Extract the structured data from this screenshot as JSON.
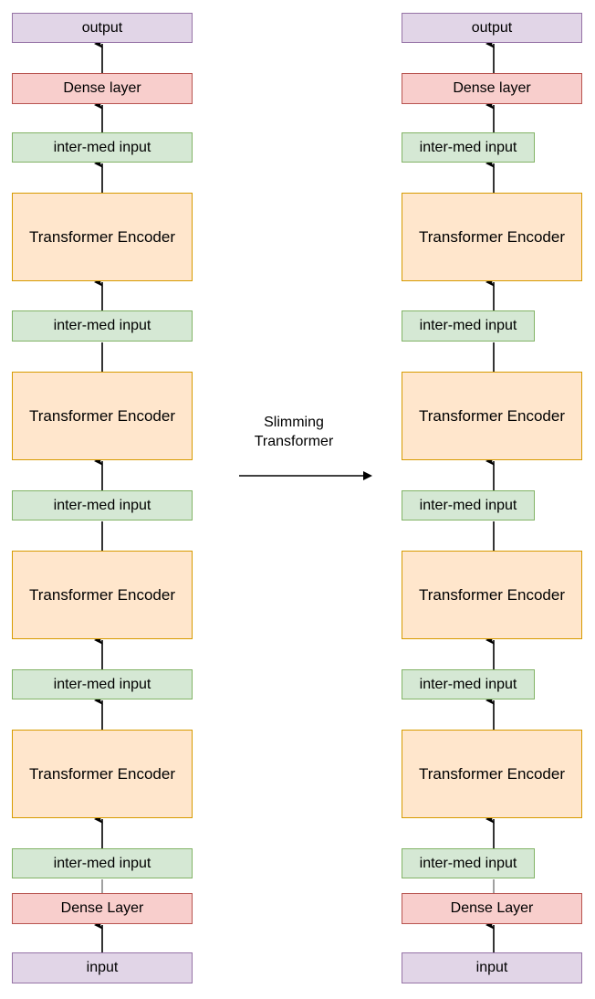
{
  "diagram": {
    "left": {
      "output": "output",
      "dense_top": "Dense layer",
      "inter_5": "inter-med input",
      "encoder_4": "Transformer Encoder",
      "inter_4": "inter-med input",
      "encoder_3": "Transformer Encoder",
      "inter_3": "inter-med input",
      "encoder_2": "Transformer Encoder",
      "inter_2": "inter-med input",
      "encoder_1": "Transformer Encoder",
      "inter_1": "inter-med input",
      "dense_bottom": "Dense Layer",
      "input": "input"
    },
    "right": {
      "output": "output",
      "dense_top": "Dense layer",
      "inter_5": "inter-med input",
      "encoder_4": "Transformer Encoder",
      "inter_4": "inter-med input",
      "encoder_3": "Transformer Encoder",
      "inter_3": "inter-med input",
      "encoder_2": "Transformer Encoder",
      "inter_2": "inter-med input",
      "encoder_1": "Transformer Encoder",
      "inter_1": "inter-med input",
      "dense_bottom": "Dense Layer",
      "input": "input"
    },
    "transition_label_line1": "Slimming",
    "transition_label_line2": "Transformer",
    "colors": {
      "io_fill": "#e1d5e7",
      "io_border": "#9673a6",
      "dense_fill": "#f8cecc",
      "dense_border": "#b85450",
      "inter_fill": "#d5e8d4",
      "inter_border": "#82b366",
      "encoder_fill": "#ffe6cc",
      "encoder_border": "#d79b00"
    }
  }
}
